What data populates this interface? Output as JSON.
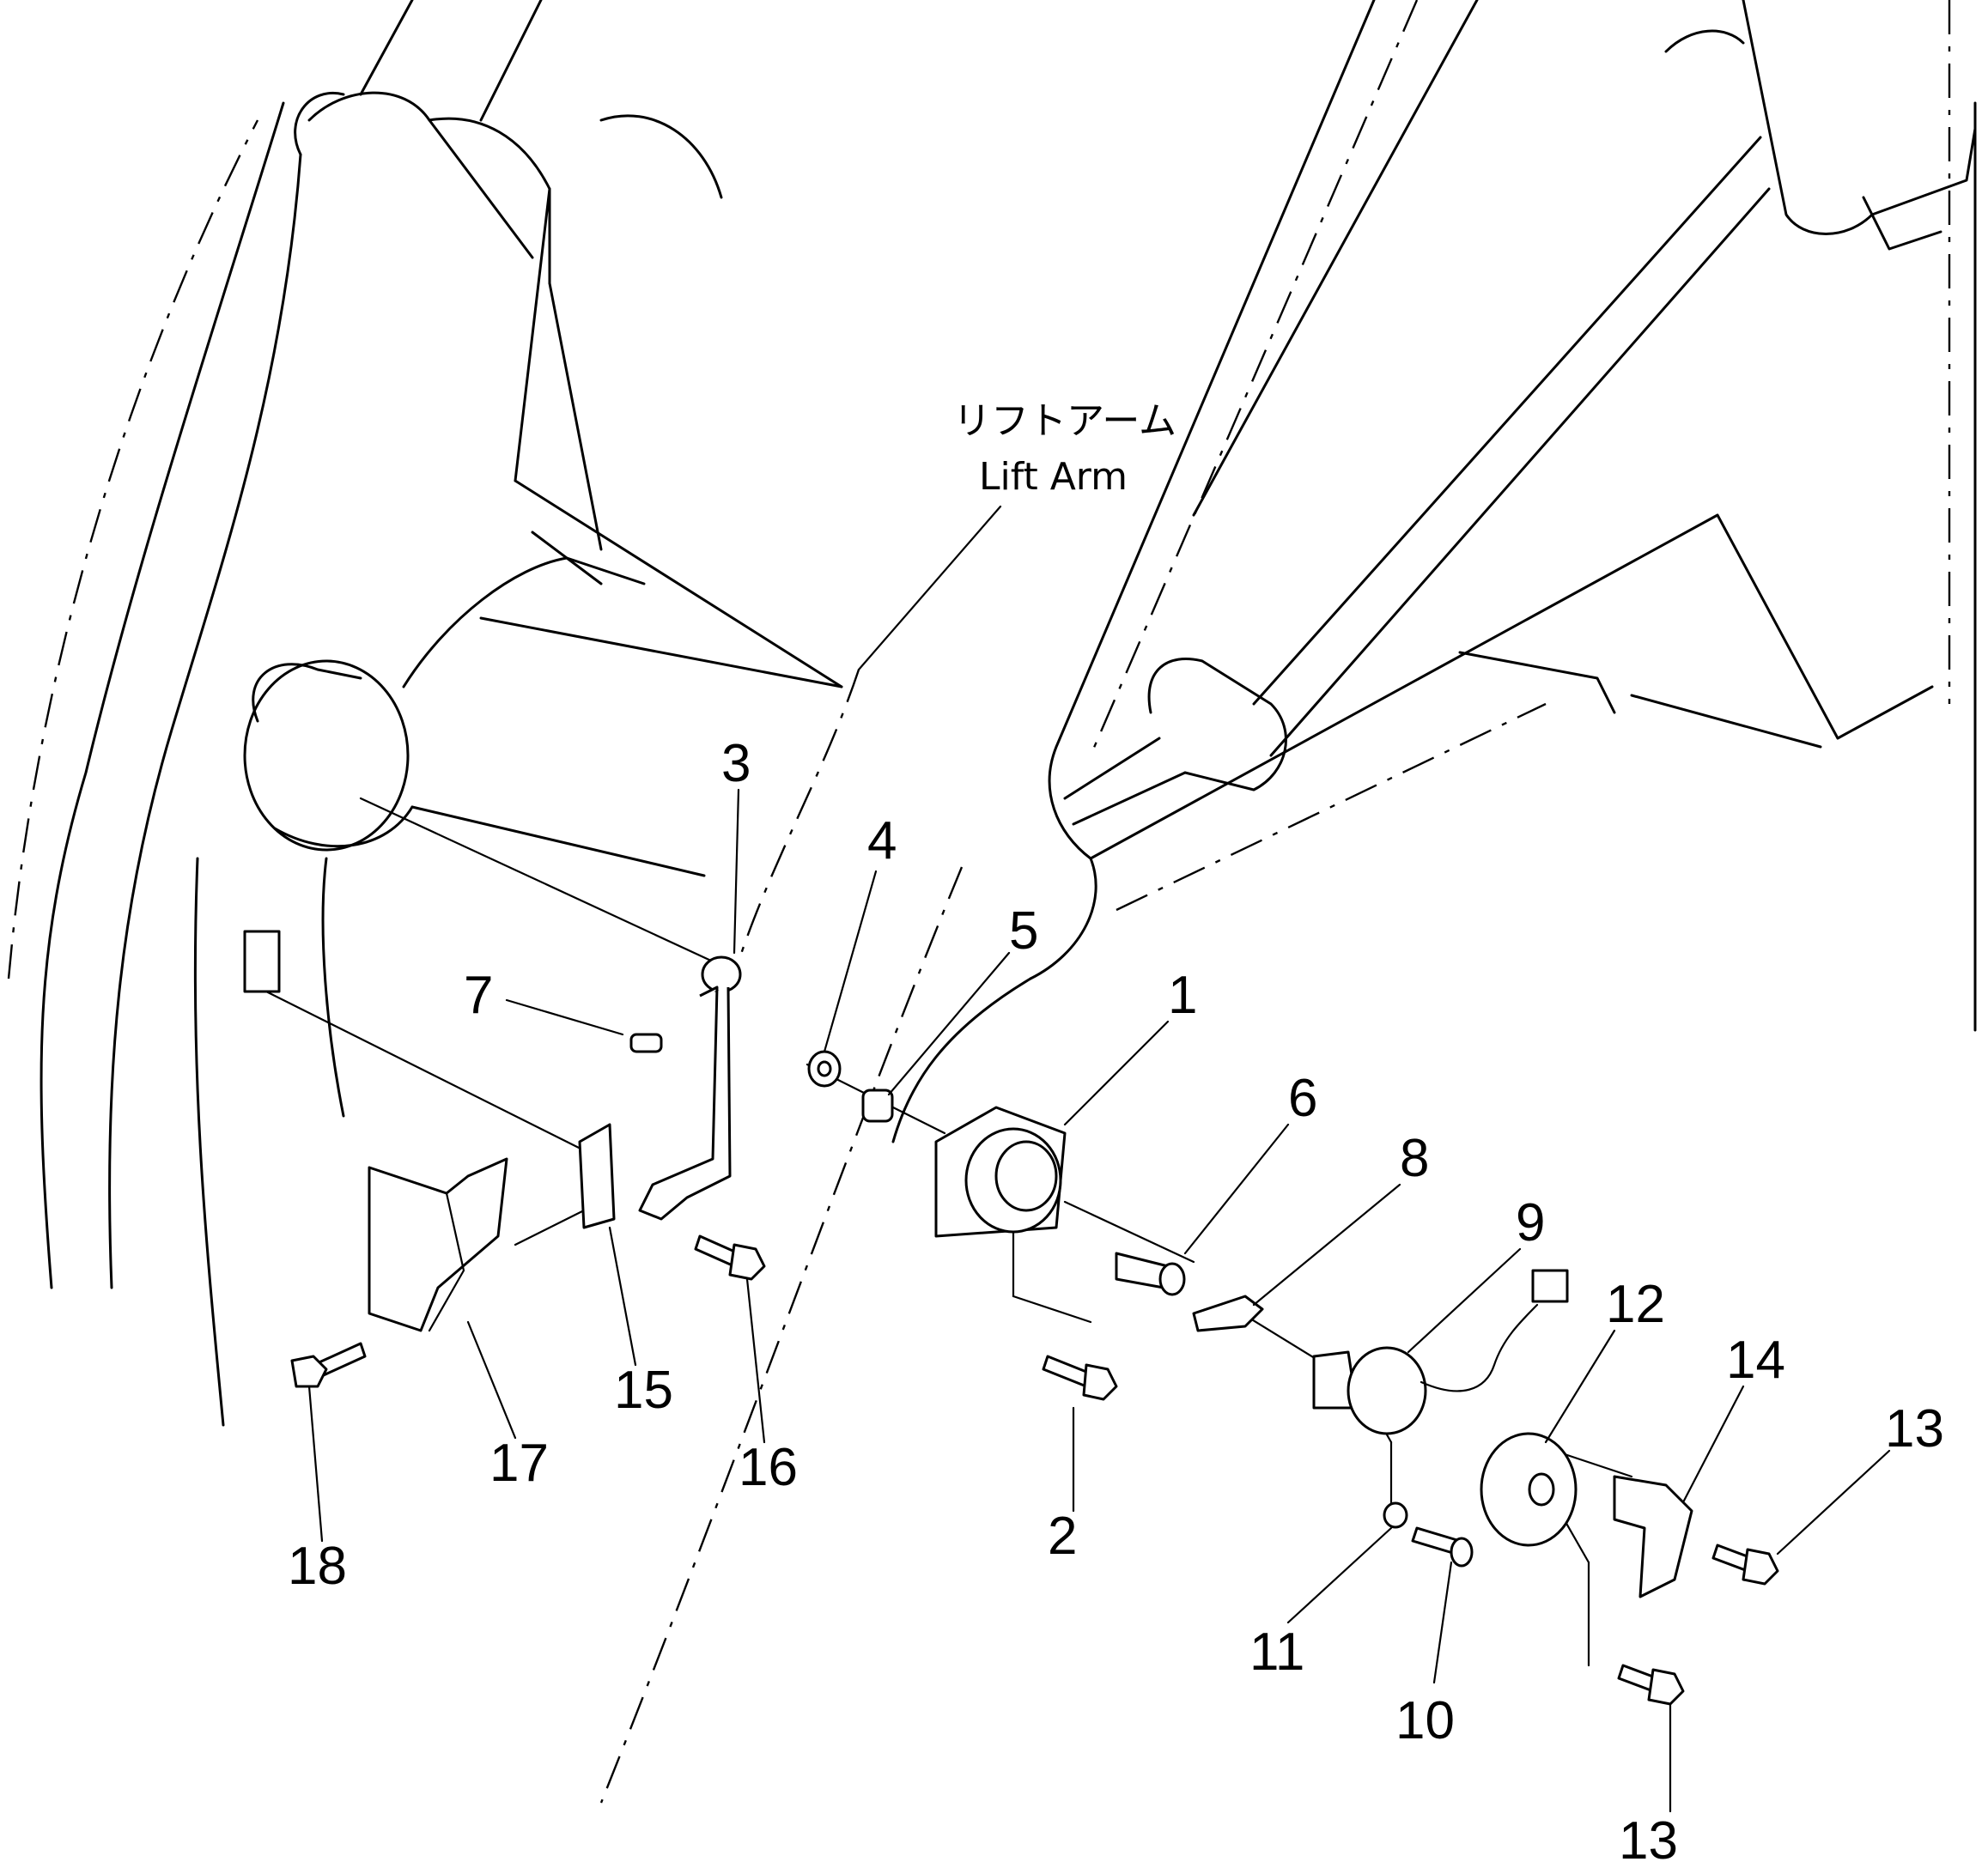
{
  "labels": {
    "lift_arm_jp": "リフトアーム",
    "lift_arm_en": "Lift Arm"
  },
  "parts": [
    "1",
    "2",
    "3",
    "4",
    "5",
    "6",
    "7",
    "8",
    "9",
    "10",
    "11",
    "12",
    "13",
    "13",
    "14",
    "15",
    "16",
    "17",
    "18"
  ]
}
